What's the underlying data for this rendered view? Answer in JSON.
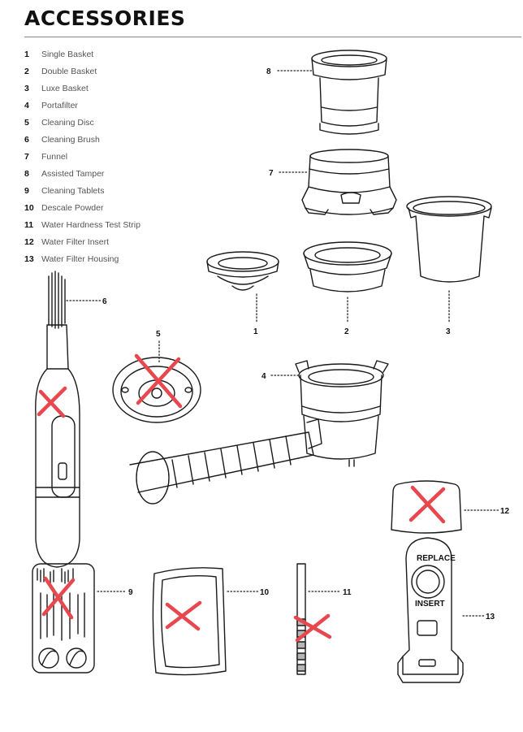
{
  "page": {
    "title": "ACCESSORIES",
    "accent_color": "#e8474e",
    "parts": [
      {
        "num": "1",
        "name": "Single Basket"
      },
      {
        "num": "2",
        "name": "Double Basket"
      },
      {
        "num": "3",
        "name": "Luxe Basket"
      },
      {
        "num": "4",
        "name": "Portafilter"
      },
      {
        "num": "5",
        "name": "Cleaning Disc"
      },
      {
        "num": "6",
        "name": "Cleaning Brush"
      },
      {
        "num": "7",
        "name": "Funnel"
      },
      {
        "num": "8",
        "name": "Assisted Tamper"
      },
      {
        "num": "9",
        "name": "Cleaning Tablets"
      },
      {
        "num": "10",
        "name": "Descale Powder"
      },
      {
        "num": "11",
        "name": "Water Hardness Test Strip"
      },
      {
        "num": "12",
        "name": "Water Filter Insert"
      },
      {
        "num": "13",
        "name": "Water Filter Housing"
      }
    ],
    "callouts": [
      "1",
      "2",
      "3",
      "4",
      "5",
      "6",
      "7",
      "8",
      "9",
      "10",
      "11",
      "12",
      "13"
    ],
    "dial_text": [
      "REPLACE",
      "INSERT"
    ]
  }
}
